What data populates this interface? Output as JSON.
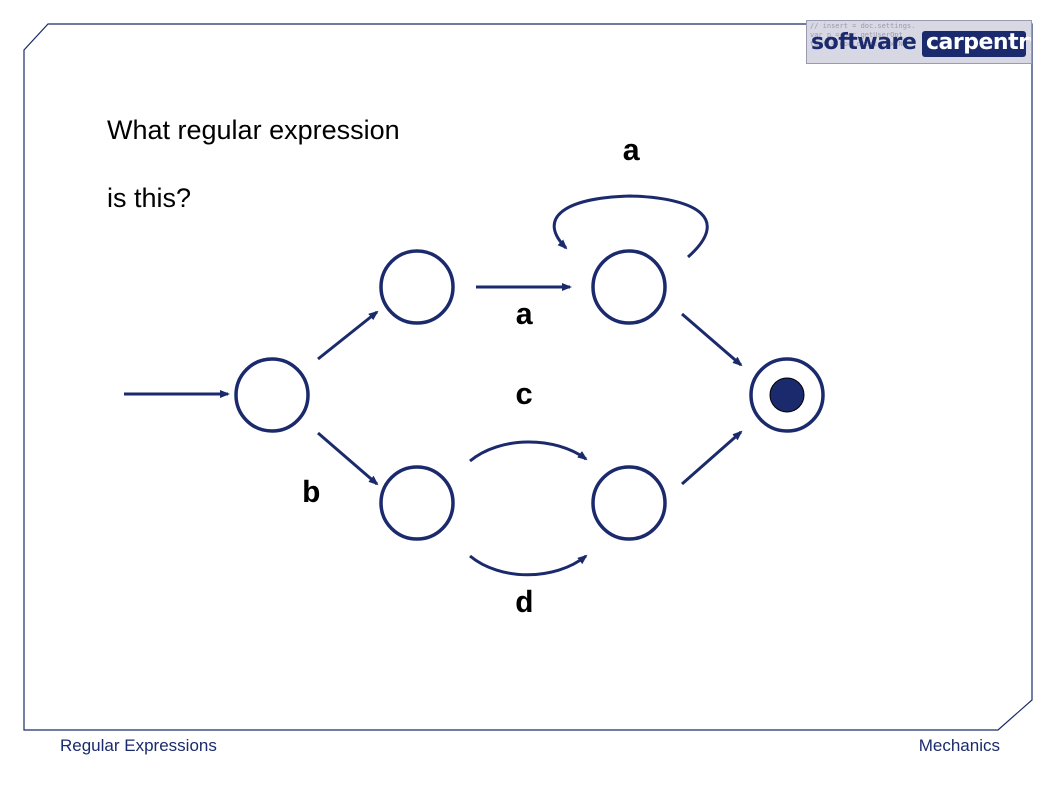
{
  "question": {
    "line1": "What regular expression",
    "line2": "is this?"
  },
  "logo": {
    "word1": "software",
    "word2": "carpentry",
    "bg_code": "// insert = doc.settings.\nvar p = doc.getUserOpt\ntext = doc.createTextN"
  },
  "edges": {
    "self_loop": "a",
    "upper": "a",
    "middle": "c",
    "lower_left": "b",
    "lower": "d"
  },
  "footer": {
    "left": "Regular Expressions",
    "right": "Mechanics"
  },
  "colors": {
    "diagram": "#1a2a6c",
    "accept_fill": "#1a2a6c",
    "frame": "#1a2a6c"
  }
}
